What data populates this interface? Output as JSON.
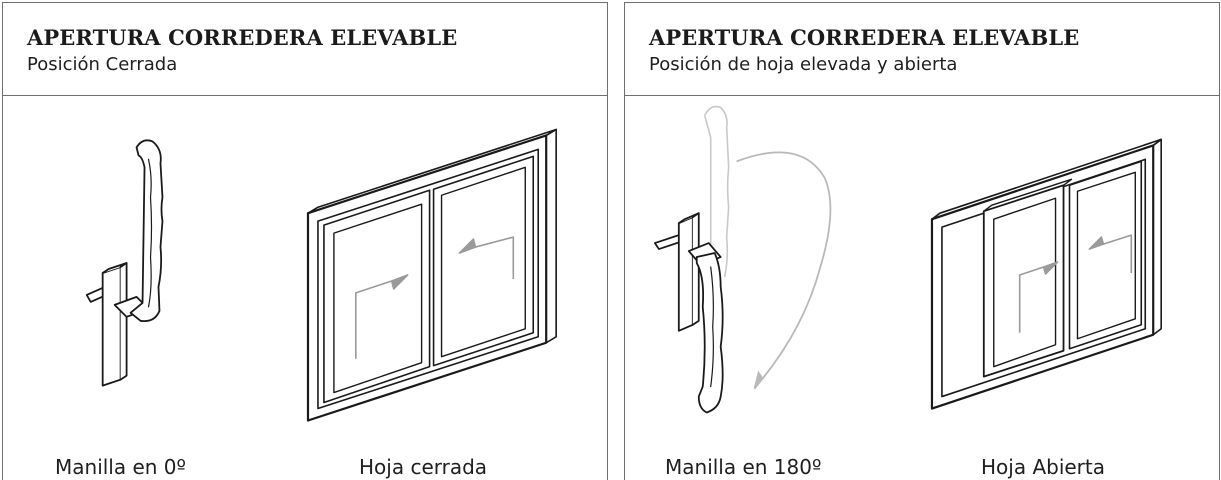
{
  "panels": [
    {
      "title": "APERTURA CORREDERA ELEVABLE",
      "subtitle": "Posición Cerrada",
      "captions": {
        "handle": "Manilla en 0º",
        "sash": "Hoja cerrada"
      },
      "handle_rotation_degrees": 0,
      "sash_state": "closed"
    },
    {
      "title": "APERTURA CORREDERA ELEVABLE",
      "subtitle": "Posición de hoja elevada y abierta",
      "captions": {
        "handle": "Manilla en 180º",
        "sash": "Hoja Abierta"
      },
      "handle_rotation_degrees": 180,
      "sash_state": "open"
    }
  ],
  "colors": {
    "line": "#1a1a1a",
    "ghost_line": "#c8c8c8",
    "arrow": "#9a9a9a",
    "border": "#6f6f6f"
  },
  "icons": [
    "door-handle-icon",
    "sliding-window-icon",
    "rotation-arrow-icon",
    "slide-arrow-icon"
  ]
}
